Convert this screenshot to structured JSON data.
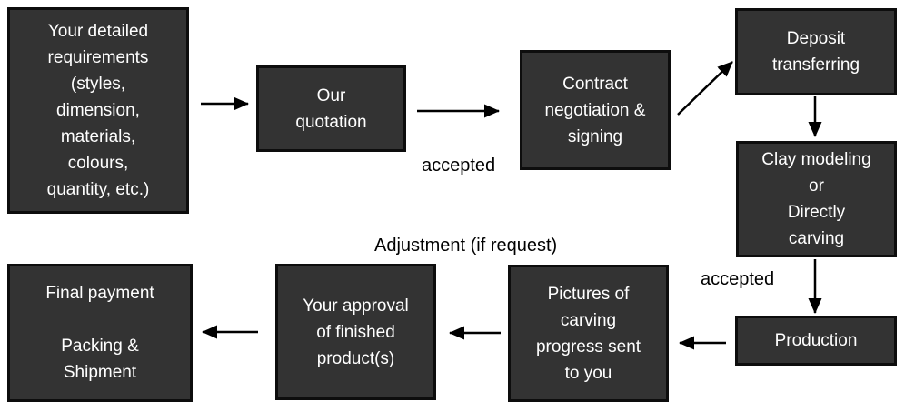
{
  "diagram": {
    "type": "flowchart",
    "background": "#ffffff",
    "node_style": {
      "fill": "#333333",
      "border": "#0d0d0d",
      "text_color": "#ffffff"
    },
    "arrow_color": "#000000",
    "nodes": {
      "requirements": {
        "label": "Your detailed\nrequirements\n(styles,\ndimension,\nmaterials,\ncolours,\nquantity, etc.)"
      },
      "quotation": {
        "label": "Our\nquotation"
      },
      "contract": {
        "label": "Contract\nnegotiation &\nsigning"
      },
      "deposit": {
        "label": "Deposit\ntransferring"
      },
      "clay": {
        "label": "Clay modeling\nor\nDirectly\ncarving"
      },
      "production": {
        "label": "Production"
      },
      "pictures": {
        "label": "Pictures of\ncarving\nprogress sent\nto you"
      },
      "approval": {
        "label": "Your approval\nof finished\nproduct(s)"
      },
      "final": {
        "label": "Final payment\n\nPacking &\nShipment"
      }
    },
    "edge_labels": {
      "quotation_accepted": "accepted",
      "clay_accepted": "accepted",
      "adjustment": "Adjustment (if request)"
    },
    "edges": [
      "requirements -> quotation",
      "quotation -> contract (accepted)",
      "contract -> deposit",
      "deposit -> clay",
      "clay -> production (accepted)",
      "production -> pictures",
      "pictures -> approval (Adjustment if request)",
      "approval -> final"
    ]
  }
}
